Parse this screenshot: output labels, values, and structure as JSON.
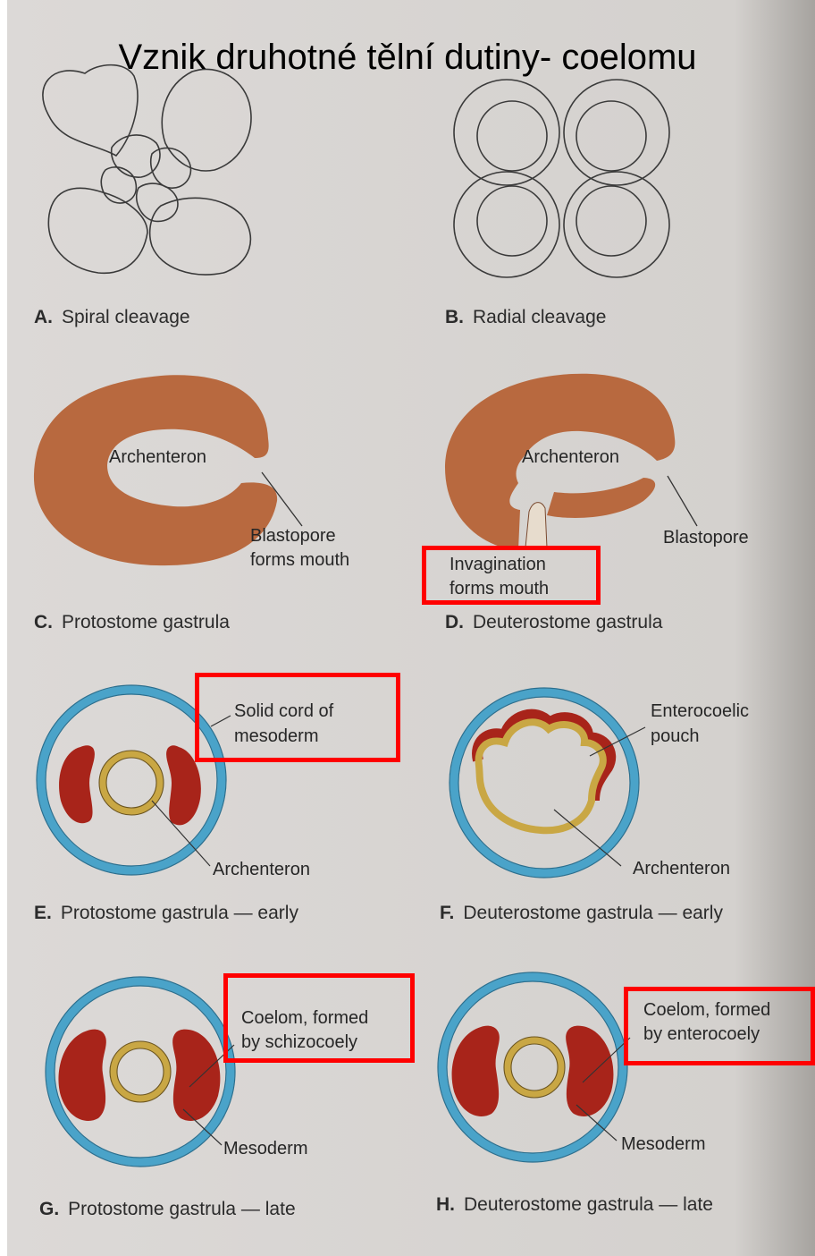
{
  "title": "Vznik druhotné tělní dutiny- coelomu",
  "colors": {
    "plate_background": "#d9d6d3",
    "embryo_fill": "#b8693f",
    "mesoderm": "#a8241a",
    "endoderm_ring": "#c9a744",
    "ectoderm_ring": "#4aa3c9",
    "highlight_box": "#ff0000"
  },
  "panels": {
    "A": {
      "letter": "A.",
      "caption": "Spiral cleavage"
    },
    "B": {
      "letter": "B.",
      "caption": "Radial cleavage"
    },
    "C": {
      "letter": "C.",
      "caption": "Protostome gastrula",
      "labels": [
        "Archenteron",
        "Blastopore",
        "forms mouth"
      ]
    },
    "D": {
      "letter": "D.",
      "caption": "Deuterostome gastrula",
      "labels": [
        "Archenteron",
        "Blastopore",
        "Invagination",
        "forms mouth"
      ]
    },
    "E": {
      "letter": "E.",
      "caption": "Protostome gastrula — early",
      "labels": [
        "Solid cord of",
        "mesoderm",
        "Archenteron"
      ]
    },
    "F": {
      "letter": "F.",
      "caption": "Deuterostome gastrula — early",
      "labels": [
        "Enterocoelic",
        "pouch",
        "Archenteron"
      ]
    },
    "G": {
      "letter": "G.",
      "caption": "Protostome gastrula — late",
      "labels": [
        "Coelom, formed",
        "by schizocoely",
        "Mesoderm"
      ]
    },
    "H": {
      "letter": "H.",
      "caption": "Deuterostome gastrula — late",
      "labels": [
        "Coelom, formed",
        "by enterocoely",
        "Mesoderm"
      ]
    }
  }
}
